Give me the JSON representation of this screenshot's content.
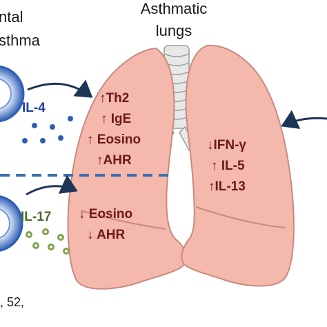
{
  "headers": {
    "left_line1": "ntal",
    "left_line2": "sthma",
    "center_line1": "Asthmatic",
    "center_line2": "lungs"
  },
  "cytokines": {
    "top": "IL-4",
    "bottom": "IL-17"
  },
  "left_lung_top": [
    "↑Th2",
    "↑ IgE",
    "↑ Eosino",
    "↑AHR"
  ],
  "left_lung_bottom": [
    "↓ Eosino",
    "↓ AHR"
  ],
  "right_lung": [
    "↓IFN-γ",
    "↑ IL-5",
    "↑IL-13"
  ],
  "footer_ref": ", 52,",
  "colors": {
    "lung_fill": "#f4b8ad",
    "lung_stroke": "#c98a80",
    "lung_text": "#6b1a17",
    "cell_blue": "#2f5fb5",
    "dots_blue": "#2f5fb5",
    "dots_green": "#7fa34a",
    "divider": "#3a6fb0",
    "arrow": "#1d3557",
    "trachea": "#e8e8e8"
  }
}
